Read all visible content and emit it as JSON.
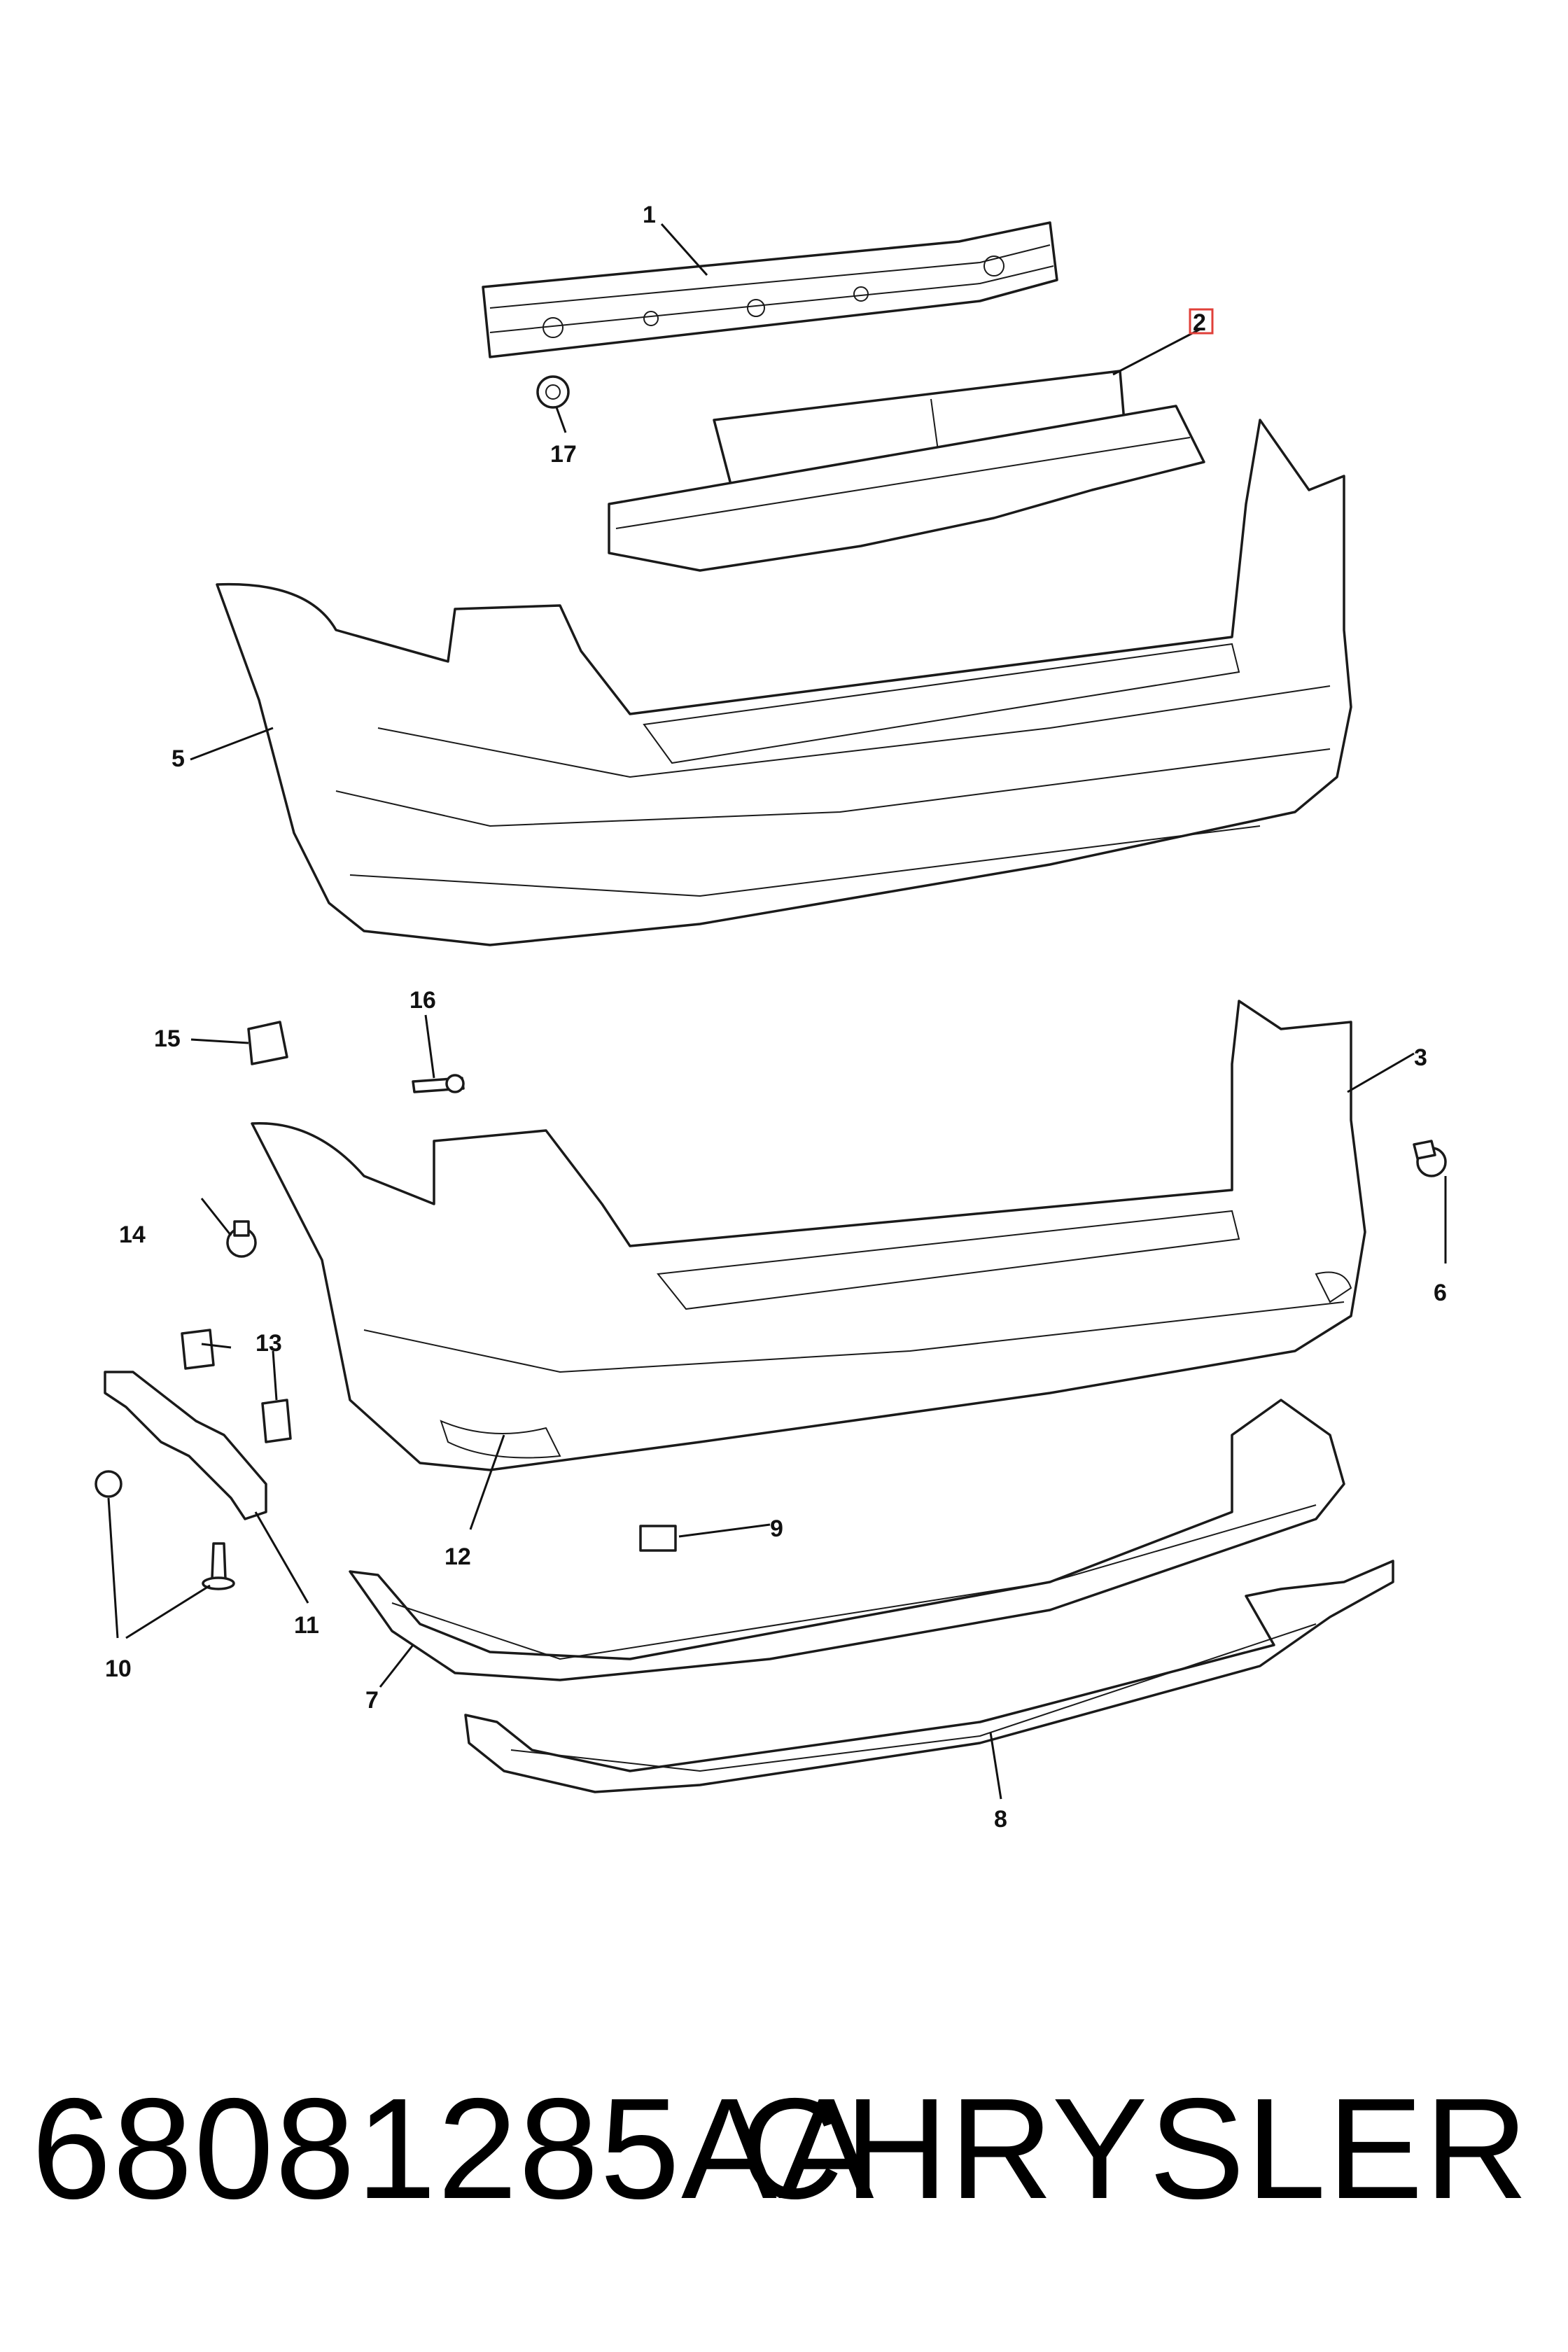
{
  "callouts": {
    "c1": "1",
    "c2": "2",
    "c3": "3",
    "c5": "5",
    "c6": "6",
    "c7": "7",
    "c8": "8",
    "c9": "9",
    "c10": "10",
    "c11": "11",
    "c12": "12",
    "c13": "13",
    "c14": "14",
    "c15": "15",
    "c16": "16",
    "c17": "17"
  },
  "footer": {
    "part_number": "68081285AA",
    "brand": "CHRYSLER"
  },
  "colors": {
    "line": "#1a1a1a",
    "highlight": "#e0403a",
    "background": "#ffffff"
  }
}
